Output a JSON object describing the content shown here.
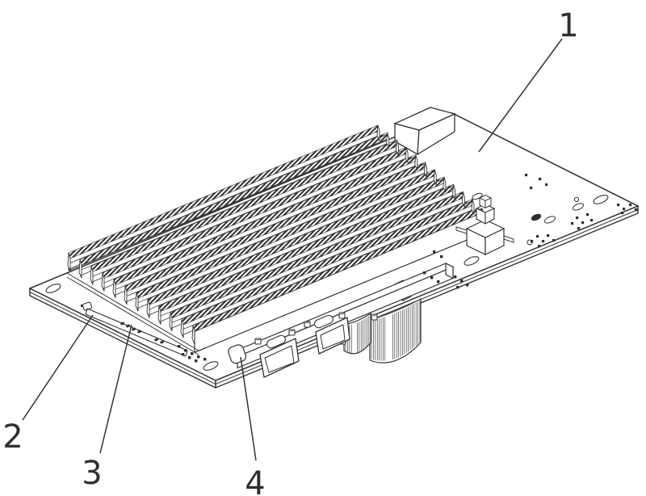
{
  "figure": {
    "type": "patent-line-drawing",
    "subject": "circuit-board-with-heatsink",
    "background_color": "#ffffff",
    "line_color": "#333333",
    "reference_labels": [
      {
        "text": "1"
      },
      {
        "text": "2"
      },
      {
        "text": "3"
      },
      {
        "text": "4"
      }
    ]
  }
}
